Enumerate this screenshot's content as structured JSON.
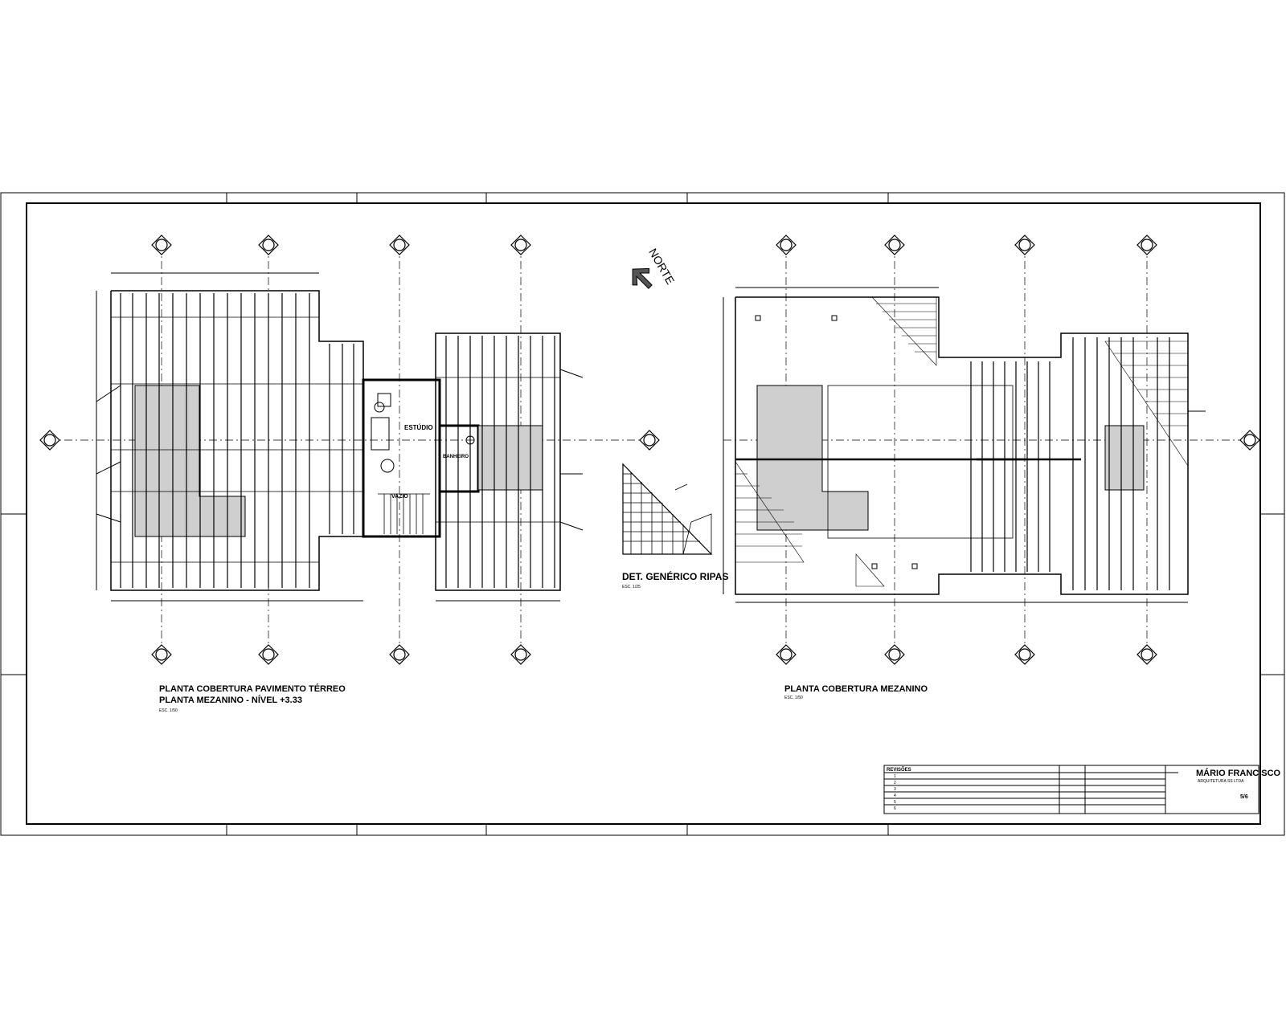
{
  "north": {
    "label": "NORTE"
  },
  "plans": {
    "left": {
      "title_line1": "PLANTA COBERTURA PAVIMENTO TÉRREO",
      "title_line2": "PLANTA MEZANINO - NÍVEL +3.33",
      "scale": "ESC. 1/50"
    },
    "right": {
      "title_line1": "PLANTA COBERTURA MEZANINO",
      "scale": "ESC. 1/50"
    },
    "detail": {
      "title": "DET. GENÉRICO RIPAS",
      "scale": "ESC. 1/25"
    }
  },
  "rooms": {
    "estudio": "ESTÚDIO",
    "banheiro": "BANHEIRO",
    "vazio": "VAZIO"
  },
  "title_block": {
    "revisions_header": "REVISÕES",
    "revision_numbers": [
      "1",
      "2",
      "3",
      "4",
      "5",
      "6"
    ],
    "firm_name": "MÁRIO FRANCISCO",
    "firm_subtitle": "ARQUITETURA SS LTDA",
    "sheet_number": "5/6"
  },
  "colors": {
    "ink": "#000000",
    "hatch_fill": "#cfcfcf",
    "north_arrow": "#c0392b"
  }
}
